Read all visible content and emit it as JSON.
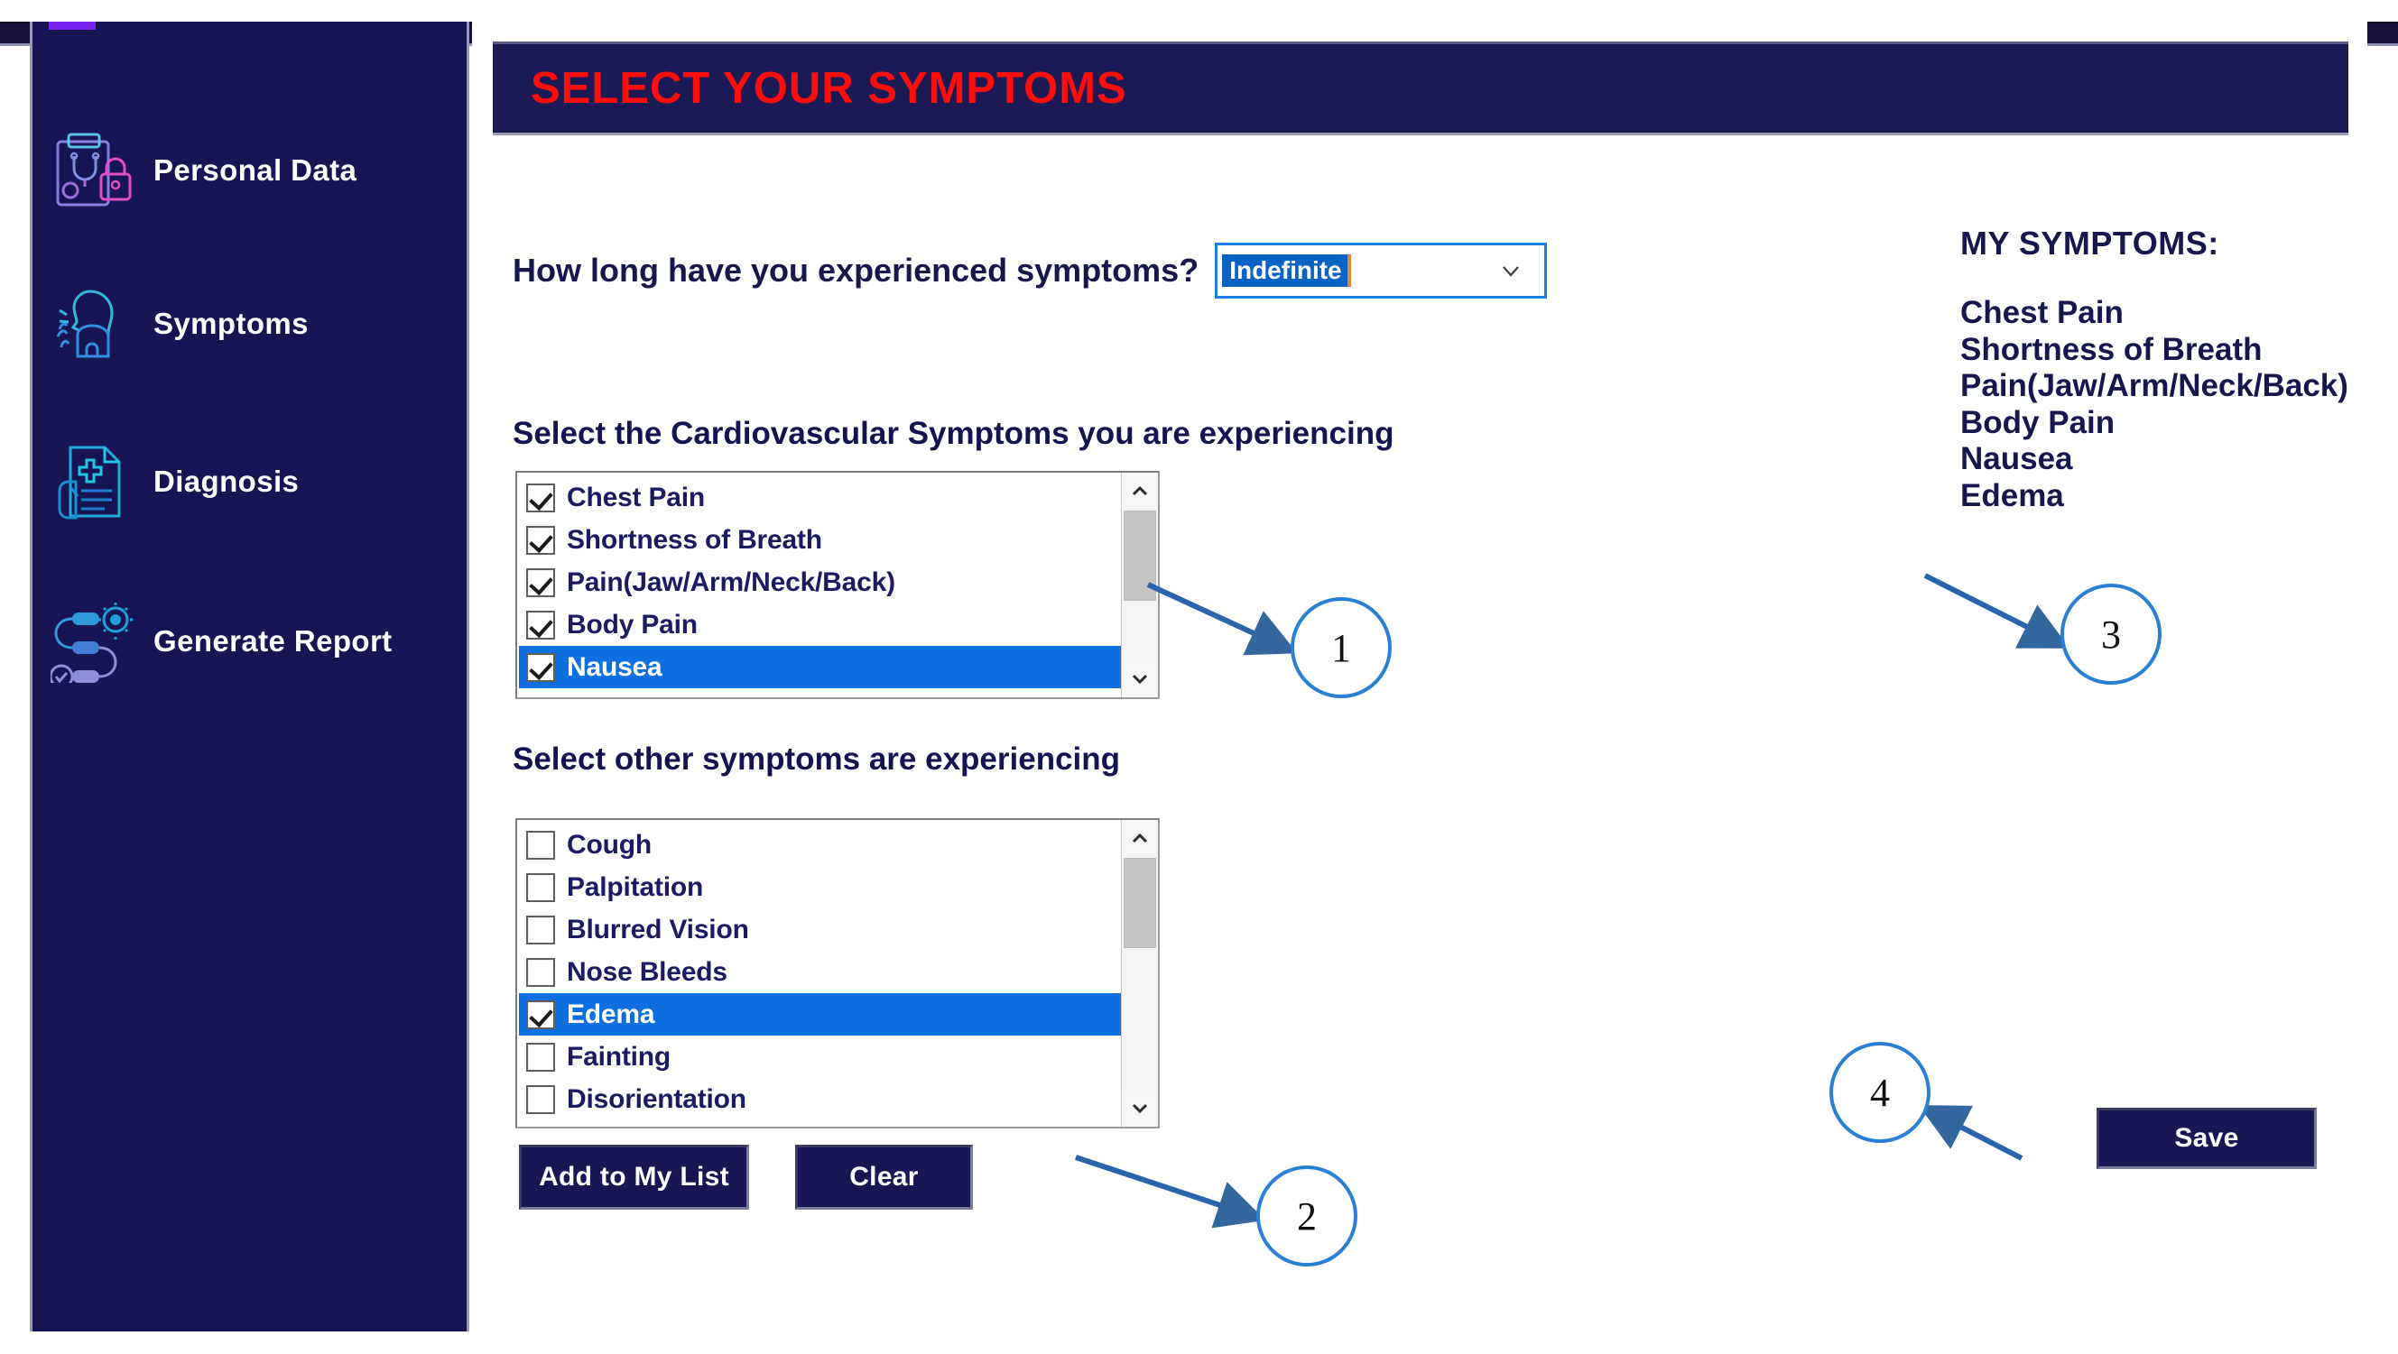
{
  "sidebar": {
    "accent_color": "#7722f0",
    "background_color": "#171553",
    "items": [
      {
        "label": "Personal Data",
        "icon": "clipboard-stethoscope-lock-icon"
      },
      {
        "label": "Symptoms",
        "icon": "person-cough-icon"
      },
      {
        "label": "Diagnosis",
        "icon": "document-medical-cross-icon"
      },
      {
        "label": "Generate Report",
        "icon": "flowchart-gear-check-icon"
      }
    ]
  },
  "header": {
    "title": "SELECT YOUR SYMPTOMS",
    "title_color": "#ff0c0c",
    "background_color": "#1b1a55"
  },
  "duration": {
    "question": "How long have you experienced symptoms?",
    "selected_value": "Indefinite",
    "chevron_icon": "chevron-down-icon",
    "focus_border_color": "#1e80e0",
    "selection_color": "#0a62c4"
  },
  "cardio_section": {
    "heading": "Select the Cardiovascular Symptoms you are experiencing",
    "items": [
      {
        "label": "Chest Pain",
        "checked": true,
        "selected": false
      },
      {
        "label": "Shortness of Breath",
        "checked": true,
        "selected": false
      },
      {
        "label": "Pain(Jaw/Arm/Neck/Back)",
        "checked": true,
        "selected": false
      },
      {
        "label": "Body Pain",
        "checked": true,
        "selected": false
      },
      {
        "label": "Nausea",
        "checked": true,
        "selected": true
      }
    ]
  },
  "other_section": {
    "heading": "Select other symptoms are experiencing",
    "items": [
      {
        "label": "Cough",
        "checked": false,
        "selected": false
      },
      {
        "label": "Palpitation",
        "checked": false,
        "selected": false
      },
      {
        "label": "Blurred Vision",
        "checked": false,
        "selected": false
      },
      {
        "label": "Nose Bleeds",
        "checked": false,
        "selected": false
      },
      {
        "label": "Edema",
        "checked": true,
        "selected": true
      },
      {
        "label": "Fainting",
        "checked": false,
        "selected": false
      },
      {
        "label": "Disorientation",
        "checked": false,
        "selected": false
      }
    ]
  },
  "buttons": {
    "add_to_list": "Add to My List",
    "clear": "Clear",
    "save": "Save",
    "background_color": "#191753"
  },
  "my_symptoms": {
    "title": "MY SYMPTOMS:",
    "items": [
      "Chest Pain",
      "Shortness of Breath",
      "Pain(Jaw/Arm/Neck/Back)",
      "Body Pain",
      "Nausea",
      "Edema"
    ]
  },
  "callouts": {
    "accent_color": "#2a7fd4",
    "one": "1",
    "two": "2",
    "three": "3",
    "four": "4"
  }
}
